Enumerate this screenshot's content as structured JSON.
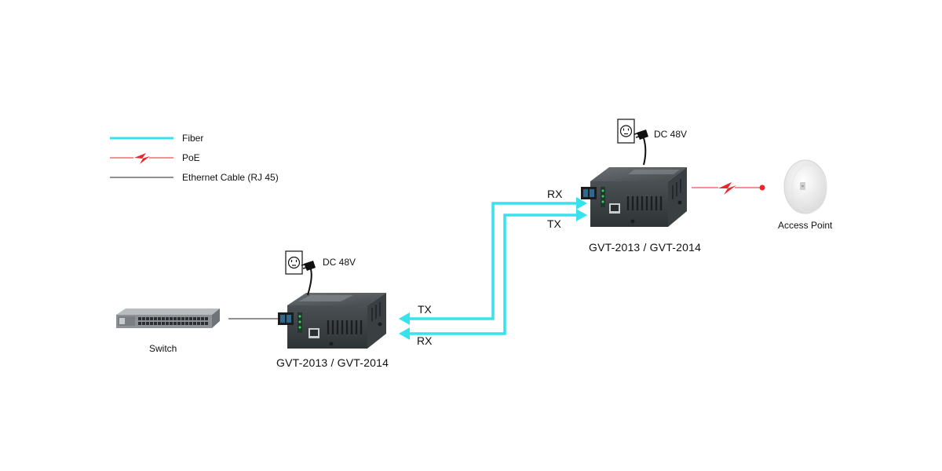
{
  "legend": {
    "fiber": "Fiber",
    "poe": "PoE",
    "ethernet": "Ethernet Cable (RJ 45)"
  },
  "colors": {
    "fiber": "#35e2ee",
    "poe": "#e8262b",
    "ethernet": "#222222",
    "converter_body": "#3e4447",
    "converter_top": "#5a6064"
  },
  "left_converter": {
    "power_label": "DC 48V",
    "model_label": "GVT-2013 / GVT-2014",
    "tx_label": "TX",
    "rx_label": "RX"
  },
  "right_converter": {
    "power_label": "DC 48V",
    "model_label": "GVT-2013 / GVT-2014",
    "rx_label": "RX",
    "tx_label": "TX"
  },
  "switch": {
    "label": "Switch"
  },
  "access_point": {
    "label": "Access Point"
  },
  "icons": [
    "power-outlet-icon",
    "power-plug-icon",
    "switch-device-icon",
    "media-converter-icon",
    "access-point-icon",
    "lightning-bolt-icon"
  ]
}
